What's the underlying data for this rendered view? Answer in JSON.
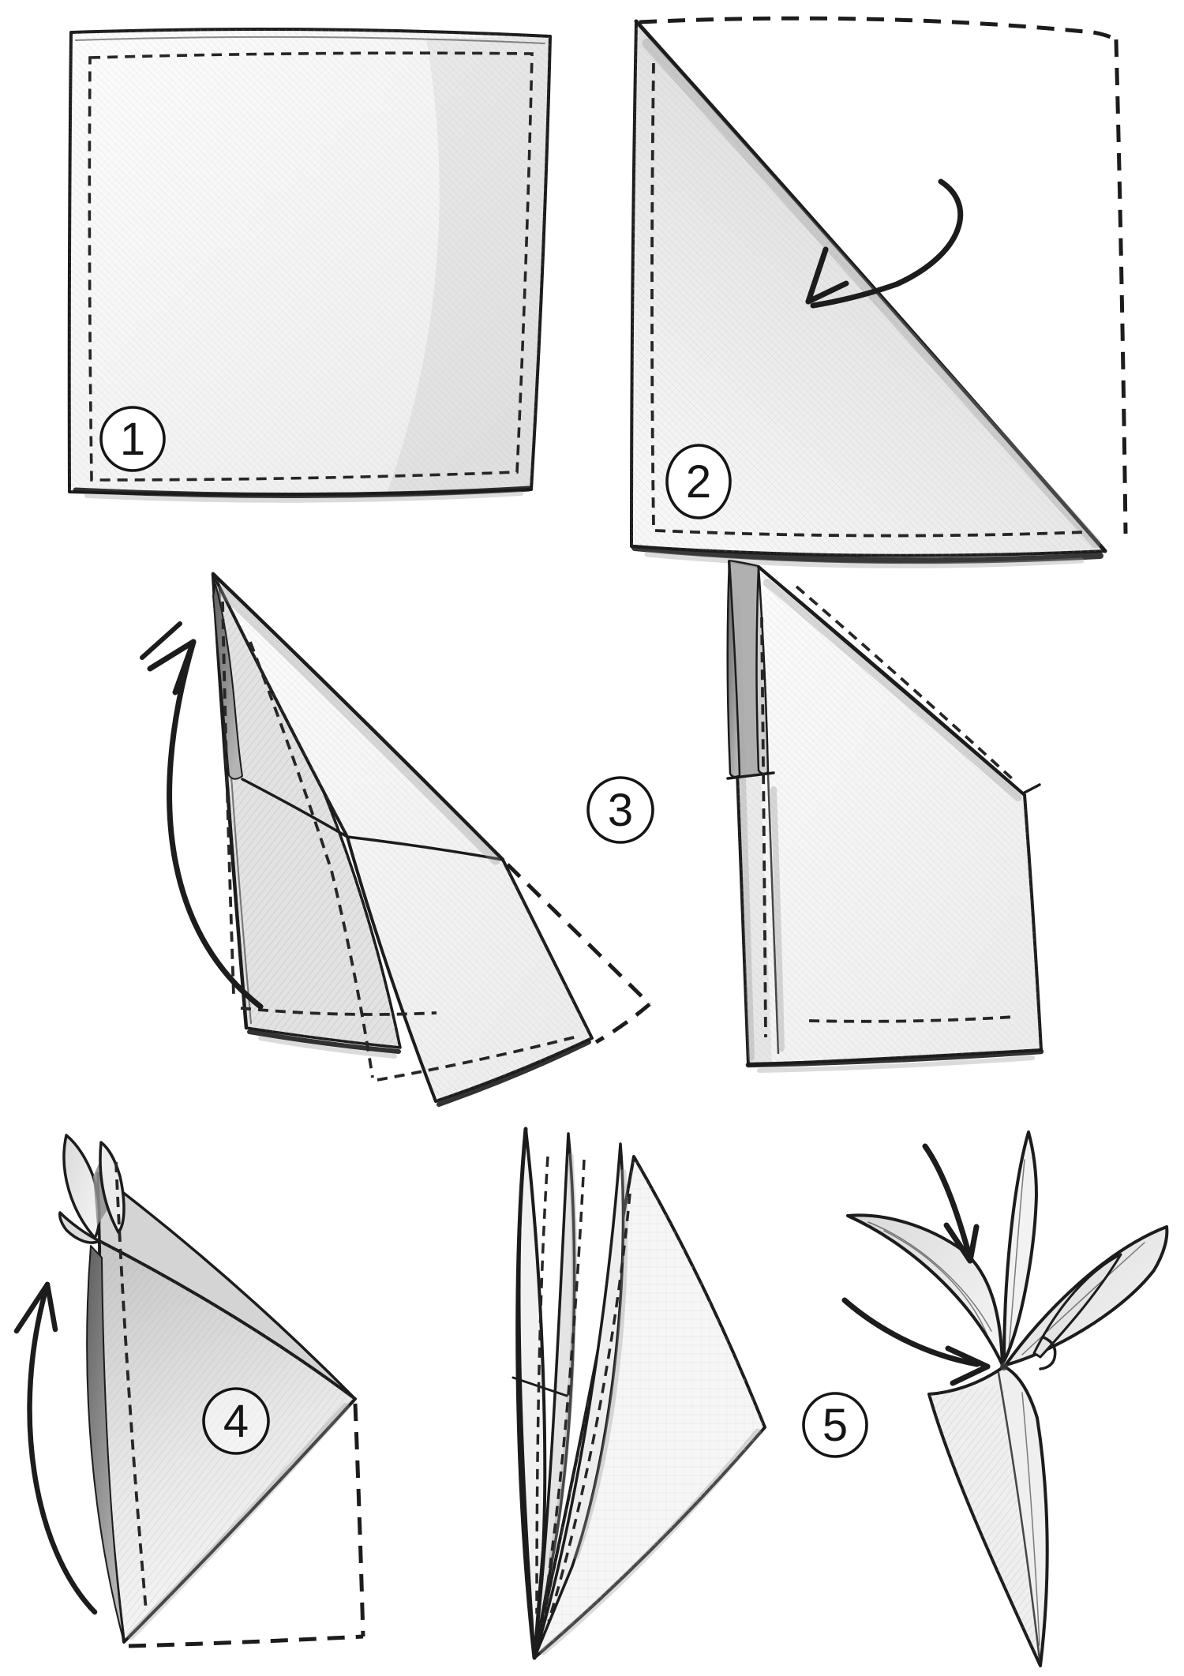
{
  "steps": [
    {
      "number": "1"
    },
    {
      "number": "2"
    },
    {
      "number": "3"
    },
    {
      "number": "4"
    },
    {
      "number": "5"
    }
  ],
  "icons": {
    "step2_arrow": "curved-arrow-fold-down-icon",
    "step3_arrow": "curved-arrow-lift-corner-icon",
    "step4_arrow": "curved-arrow-flip-up-icon",
    "step5_arrow_top": "arrow-press-down-icon",
    "step5_arrow_side": "arrow-tuck-in-icon"
  },
  "colors": {
    "background": "#ffffff",
    "ink": "#1c1c1c",
    "pencil_light": "#efefef",
    "pencil_mid": "#d7d7d7",
    "pencil_dark": "#777777"
  }
}
